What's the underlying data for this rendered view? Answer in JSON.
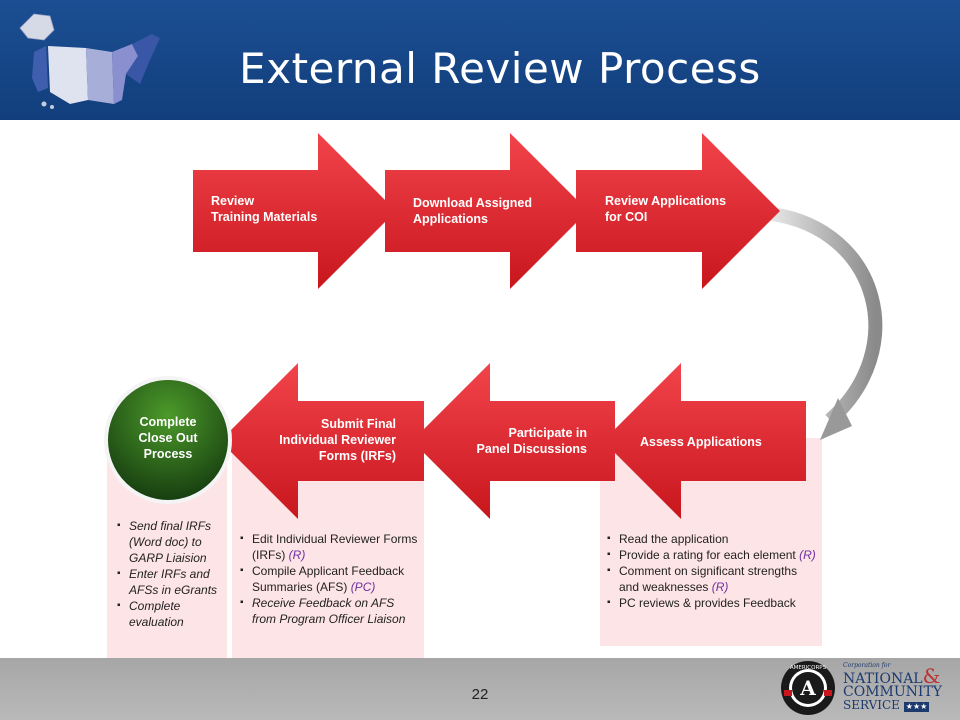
{
  "header": {
    "title": "External Review Process"
  },
  "steps": {
    "review_training": "Review\nTraining Materials",
    "download_assigned": "Download Assigned\nApplications",
    "review_coi": "Review Applications\nfor COI",
    "assess": "Assess Applications",
    "participate": "Participate in\nPanel Discussions",
    "submit_final": "Submit Final\nIndividual Reviewer\nForms (IRFs)",
    "complete_close_out": "Complete\nClose Out\nProcess"
  },
  "assess_box": {
    "items": [
      {
        "text": "Read the application",
        "tag": ""
      },
      {
        "text": "Provide a rating for each element",
        "tag": "(R)"
      },
      {
        "text": "Comment on significant strengths and weaknesses",
        "tag": "(R)"
      },
      {
        "text": "PC reviews & provides Feedback",
        "tag": ""
      }
    ]
  },
  "submit_box": {
    "items": [
      {
        "text": "Edit Individual Reviewer Forms (IRFs)",
        "tag": "(R)"
      },
      {
        "text": "Compile Applicant Feedback Summaries (AFS)",
        "tag": "(PC)"
      },
      {
        "text": "Receive Feedback  on AFS from Program Officer Liaison",
        "tag": ""
      }
    ]
  },
  "closeout_box": {
    "items": [
      {
        "text": "Send final IRFs (Word doc) to GARP Liaision"
      },
      {
        "text": "Enter IRFs and AFSs in eGrants"
      },
      {
        "text": "Complete evaluation"
      }
    ]
  },
  "footer": {
    "page_number": "22",
    "logo_small": "Corporation for",
    "logo_line1": "NATIONAL",
    "logo_amp": "&",
    "logo_line2": "COMMUNITY",
    "logo_line3": "SERVICE",
    "seal_text": "AMERICORPS",
    "seal_letter": "A"
  },
  "colors": {
    "header_blue": "#1b4f93",
    "arrow_red": "#e4222b",
    "circle_green": "#2e6b1a",
    "box_pink": "#fde4e6",
    "footer_gray": "#b0b0b0",
    "tag_purple": "#7030a0"
  }
}
